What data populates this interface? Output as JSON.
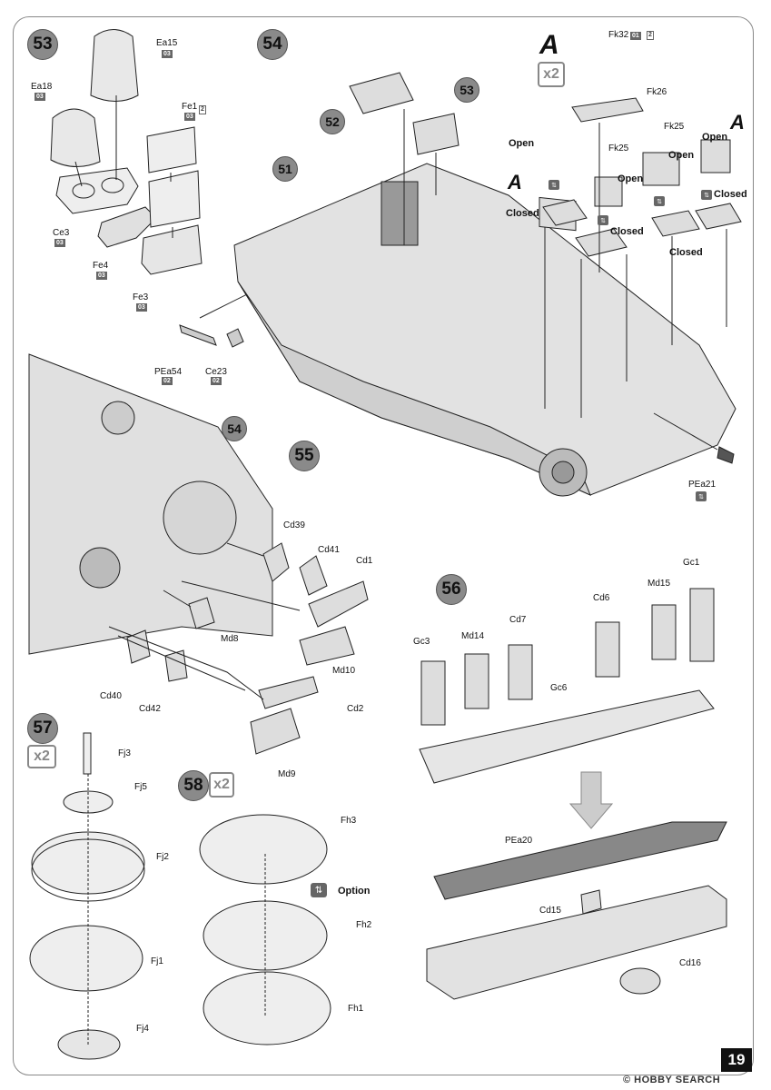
{
  "page": {
    "number": "19",
    "watermark": "© HOBBY SEARCH"
  },
  "steps": [
    {
      "id": "53",
      "label": "53"
    },
    {
      "id": "54",
      "label": "54"
    },
    {
      "id": "55",
      "label": "55"
    },
    {
      "id": "56",
      "label": "56"
    },
    {
      "id": "57",
      "label": "57"
    },
    {
      "id": "58",
      "label": "58"
    },
    {
      "id": "sub51",
      "label": "51"
    },
    {
      "id": "sub52",
      "label": "52"
    },
    {
      "id": "sub53",
      "label": "53"
    },
    {
      "id": "sub54",
      "label": "54"
    }
  ],
  "multipliers": {
    "step54_A": "x2",
    "step57": "x2",
    "step58": "x2"
  },
  "step53_parts": [
    {
      "name": "Ea15",
      "sprue": "03"
    },
    {
      "name": "Ea18",
      "sprue": "03"
    },
    {
      "name": "Fe1",
      "sprue": "03",
      "qty": "2"
    },
    {
      "name": "Ce3",
      "sprue": "03"
    },
    {
      "name": "Fe4",
      "sprue": "03"
    },
    {
      "name": "Fe3",
      "sprue": "03"
    },
    {
      "name": "PEa54",
      "sprue": "02"
    },
    {
      "name": "Ce23",
      "sprue": "02"
    }
  ],
  "step54_parts": [
    {
      "name": "Fk32",
      "sprue": "01",
      "qty": "2"
    },
    {
      "name": "Fk26"
    },
    {
      "name": "Fk25"
    },
    {
      "name": "Fk25b",
      "text": "Fk25"
    },
    {
      "name": "PEa21"
    }
  ],
  "step54_states": {
    "open": "Open",
    "closed": "Closed",
    "variant": "A"
  },
  "step55_parts": [
    "Cd39",
    "Cd41",
    "Cd1",
    "Md8",
    "Md10",
    "Cd40",
    "Cd42",
    "Cd2",
    "Md9"
  ],
  "step56_parts": [
    "Gc3",
    "Md14",
    "Cd7",
    "Cd6",
    "Md15",
    "Gc1",
    "Gc6",
    "PEa20",
    "Cd15",
    "Cd16"
  ],
  "step57_parts": [
    "Fj3",
    "Fj5",
    "Fj2",
    "Fj1",
    "Fj4"
  ],
  "step58_parts": [
    "Fh3",
    "Fh2",
    "Fh1"
  ],
  "option_label": "Option",
  "colors": {
    "step_circle": "#8a8a8a",
    "tag": "#666666",
    "line": "#222222"
  }
}
